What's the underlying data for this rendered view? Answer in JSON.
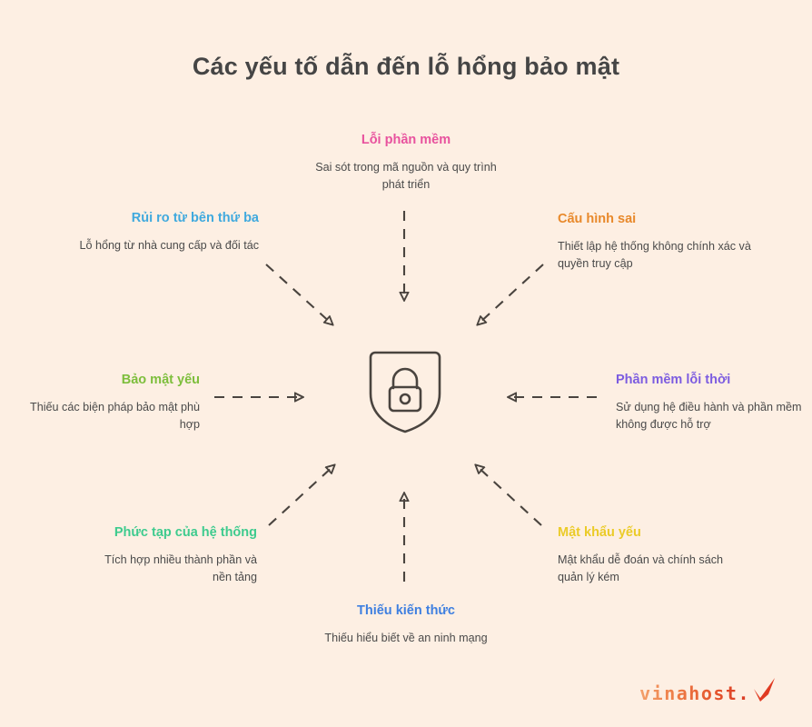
{
  "title": "Các yếu tố dẫn đến lỗ hổng bảo mật",
  "center": {
    "icon": "shield-lock-icon",
    "stroke_color": "#4a443f"
  },
  "colors": {
    "background": "#FDEFE3",
    "title": "#454545",
    "body_text": "#4a4a4a",
    "arrow": "#4a443f"
  },
  "nodes": [
    {
      "id": "software-bug",
      "heading": "Lỗi phần mềm",
      "description": "Sai sót trong mã nguồn và quy trình phát triển",
      "color": "#E8529E",
      "align": "center"
    },
    {
      "id": "third-party",
      "heading": "Rủi ro từ bên thứ ba",
      "description": "Lỗ hổng từ nhà cung cấp và đối tác",
      "color": "#3FA9DE",
      "align": "right"
    },
    {
      "id": "misconfig",
      "heading": "Cấu hình sai",
      "description": "Thiết lập hệ thống không chính xác và quyền truy cập",
      "color": "#E8892B",
      "align": "left"
    },
    {
      "id": "weak-security",
      "heading": "Bảo mật yếu",
      "description": "Thiếu các biện pháp bảo mật phù hợp",
      "color": "#7DBE3C",
      "align": "right"
    },
    {
      "id": "outdated",
      "heading": "Phần mềm lỗi thời",
      "description": "Sử dụng hệ điều hành và phần mềm không được hỗ trợ",
      "color": "#7C5CE0",
      "align": "left"
    },
    {
      "id": "complexity",
      "heading": "Phức tạp của hệ thống",
      "description": "Tích hợp nhiều thành phần và nền tảng",
      "color": "#3ECB8E",
      "align": "right"
    },
    {
      "id": "weak-password",
      "heading": "Mật khẩu yếu",
      "description": "Mật khẩu dễ đoán và chính sách quản lý kém",
      "color": "#EBCB28",
      "align": "left"
    },
    {
      "id": "lack-knowledge",
      "heading": "Thiếu kiến thức",
      "description": "Thiếu hiểu biết về an ninh mạng",
      "color": "#3E7FE0",
      "align": "center"
    }
  ],
  "logo": {
    "text": "vinahost.",
    "check_color": "#E03A22"
  }
}
